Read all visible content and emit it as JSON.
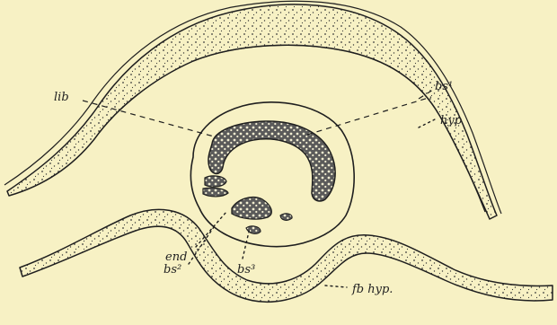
{
  "labels": {
    "lib": "lib",
    "bs1": "bs¹",
    "hyp": "hyp",
    "end": "end",
    "bs2": "bs²",
    "bs3": "bs³",
    "fb_hyp": "fb hyp."
  },
  "colors": {
    "paper": "#f7f1c4",
    "ink": "#1f1f1f",
    "stipple": "#3a3a3a",
    "dark_mass": "#4a4a4a"
  }
}
